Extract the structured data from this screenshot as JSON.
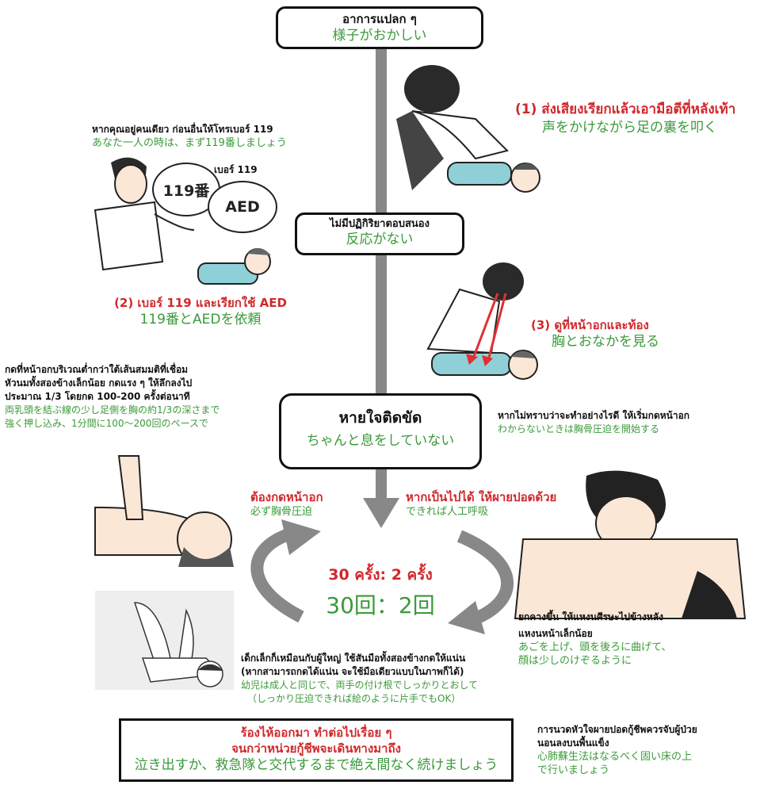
{
  "colors": {
    "red": "#d0282c",
    "green": "#3a9a3a",
    "arrow": "#888888"
  },
  "box_top": {
    "th": "อาการแปลก ๆ",
    "jp": "様子がおかしい"
  },
  "box_noresp": {
    "th": "ไม่มีปฏิกิริยาตอบสนอง",
    "jp": "反応がない"
  },
  "box_breath": {
    "th": "หายใจติดขัด",
    "jp": "ちゃんと息をしていない"
  },
  "box_bottom": {
    "th1": "ร้องไห้ออกมา ทำต่อไปเรื่อย ๆ",
    "th2": "จนกว่าหน่วยกู้ชีพจะเดินทางมาถึง",
    "jp": "泣き出すか、救急隊と交代するまで絶え間なく続けましょう"
  },
  "step1": {
    "th": "(1)  ส่งเสียงเรียกแล้วเอามือตีที่หลังเท้า",
    "jp": "声をかけながら足の裏を叩く"
  },
  "alone": {
    "th": "หากคุณอยู่คนเดียว ก่อนอื่นให้โทรเบอร์ 119",
    "jp": "あなた一人の時は、まず119番しましょう"
  },
  "bubble": {
    "label": "เบอร์ 119",
    "b1": "119番",
    "b2": "AED"
  },
  "step2": {
    "th": "(2)  เบอร์ 119 และเรียกใช้ AED",
    "jp": "119番とAEDを依頼"
  },
  "step3": {
    "th": "(3)  ดูที่หน้าอกและท้อง",
    "jp": "胸とおなかを見る"
  },
  "compress_note": {
    "th1": "กดที่หน้าอกบริเวณต่ำกว่าใต้เส้นสมมติที่เชื่อม",
    "th2": "หัวนมทั้งสองข้างเล็กน้อย กดแรง ๆ ให้ลึกลงไป",
    "th3": "ประมาณ 1/3 โดยกด 100-200 ครั้งต่อนาที",
    "jp1": "両乳頭を結ぶ線の少し足側を胸の約1/3の深さまで",
    "jp2": "強く押し込み、1分間に100〜200回のペースで"
  },
  "unsure": {
    "th": "หากไม่ทราบว่าจะทำอย่างไรดี ให้เริ่มกดหน้าอก",
    "jp": "わからないときは胸骨圧迫を開始する"
  },
  "must": {
    "th": "ต้องกดหน้าอก",
    "jp": "必ず胸骨圧迫"
  },
  "ifpossible": {
    "th": "หากเป็นไปได้ ให้ผายปอดด้วย",
    "jp": "できれば人工呼吸"
  },
  "ratio": {
    "th": "30 ครั้ง: 2 ครั้ง",
    "jp": "30回：2回"
  },
  "chin": {
    "th1": "ยกคางขึ้น ให้แหงนศีรษะไปข้างหลัง",
    "th2": "แหงนหน้าเล็กน้อย",
    "jp1": "あごを上げ、頭を後ろに曲げて、",
    "jp2": "顔は少しのけぞるように"
  },
  "child": {
    "th1": "เด็กเล็กก็เหมือนกับผู้ใหญ่ ใช้สันมือทั้งสองข้างกดให้แน่น",
    "th2": "(หากสามารถกดได้แน่น จะใช้มือเดียวแบบในภาพก็ได้)",
    "jp1": "幼児は成人と同じで、両手の付け根でしっかりとおして",
    "jp2": "（しっかり圧迫できれば絵のように片手でもOK）"
  },
  "floor": {
    "th1": "การนวดหัวใจผายปอดกู้ชีพควรจับผู้ป่วย",
    "th2": "นอนลงบนพื้นแข็ง",
    "jp1": "心肺蘇生法はなるべく固い床の上",
    "jp2": "で行いましょう"
  }
}
